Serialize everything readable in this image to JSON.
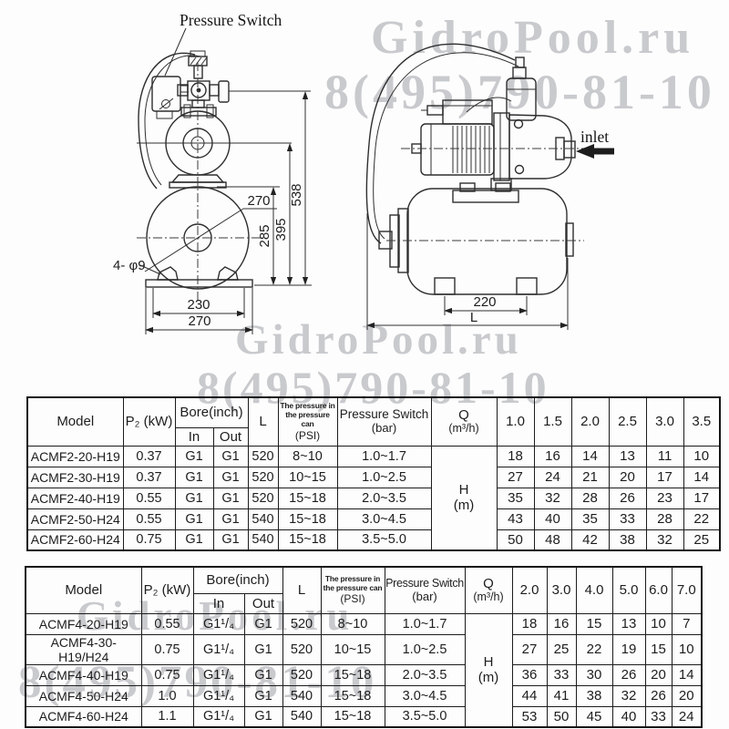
{
  "watermark": {
    "brand": "GidroPool.ru",
    "phone": "8(495)790-81-10",
    "color": "#c8cacd"
  },
  "front_view": {
    "pressure_switch_label": "Pressure Switch",
    "dim_total_height": "538",
    "dim_pump_center_height": "395",
    "dim_tank_top_height": "285",
    "dim_tank_diameter": "270",
    "dim_mounting_holes": "4- φ9",
    "dim_feet_span": "230",
    "dim_base_width": "270"
  },
  "side_view": {
    "inlet_label": "inlet",
    "dim_feet_span": "220",
    "dim_length": "L"
  },
  "tables": [
    {
      "headers": {
        "model": "Model",
        "p2": "P₂ (kW)",
        "bore": "Bore(inch)",
        "in": "In",
        "out": "Out",
        "l": "L",
        "psi_line1": "The pressure in",
        "psi_line2": "the pressure can",
        "psi_line3": "(PSI)",
        "switch_line1": "Pressure Switch",
        "switch_line2": "(bar)",
        "q_line1": "Q",
        "q_line2": "(m³/h)",
        "h_line1": "H",
        "h_line2": "(m)",
        "q_values": [
          "1.0",
          "1.5",
          "2.0",
          "2.5",
          "3.0",
          "3.5"
        ]
      },
      "rows": [
        {
          "model": "ACMF2-20-H19",
          "p2": "0.37",
          "bore_in": "G1",
          "bore_out": "G1",
          "l": "520",
          "psi": "8~10",
          "switch": "1.0~1.7",
          "h": [
            "18",
            "16",
            "14",
            "13",
            "11",
            "10"
          ]
        },
        {
          "model": "ACMF2-30-H19",
          "p2": "0.37",
          "bore_in": "G1",
          "bore_out": "G1",
          "l": "520",
          "psi": "10~15",
          "switch": "1.0~2.5",
          "h": [
            "27",
            "24",
            "21",
            "20",
            "17",
            "14"
          ]
        },
        {
          "model": "ACMF2-40-H19",
          "p2": "0.55",
          "bore_in": "G1",
          "bore_out": "G1",
          "l": "520",
          "psi": "15~18",
          "switch": "2.0~3.5",
          "h": [
            "35",
            "32",
            "28",
            "26",
            "23",
            "17"
          ]
        },
        {
          "model": "ACMF2-50-H24",
          "p2": "0.55",
          "bore_in": "G1",
          "bore_out": "G1",
          "l": "540",
          "psi": "15~18",
          "switch": "3.0~4.5",
          "h": [
            "43",
            "40",
            "35",
            "33",
            "28",
            "22"
          ]
        },
        {
          "model": "ACMF2-60-H24",
          "p2": "0.75",
          "bore_in": "G1",
          "bore_out": "G1",
          "l": "540",
          "psi": "15~18",
          "switch": "3.5~5.0",
          "h": [
            "50",
            "48",
            "42",
            "38",
            "32",
            "25"
          ]
        }
      ]
    },
    {
      "headers": {
        "model": "Model",
        "p2": "P₂ (kW)",
        "bore": "Bore(inch)",
        "in": "In",
        "out": "Out",
        "l": "L",
        "psi_line1": "The pressure in",
        "psi_line2": "the pressure can",
        "psi_line3": "(PSI)",
        "switch_line1": "Pressure Switch",
        "switch_line2": "(bar)",
        "q_line1": "Q",
        "q_line2": "(m³/h)",
        "h_line1": "H",
        "h_line2": "(m)",
        "q_values": [
          "2.0",
          "3.0",
          "4.0",
          "5.0",
          "6.0",
          "7.0"
        ]
      },
      "rows": [
        {
          "model": "ACMF4-20-H19",
          "p2": "0.55",
          "bore_in": "G1¹/₄",
          "bore_out": "G1",
          "l": "520",
          "psi": "8~10",
          "switch": "1.0~1.7",
          "h": [
            "18",
            "16",
            "15",
            "13",
            "10",
            "7"
          ]
        },
        {
          "model": "ACMF4-30-H19/H24",
          "p2": "0.75",
          "bore_in": "G1¹/₄",
          "bore_out": "G1",
          "l": "520",
          "psi": "10~15",
          "switch": "1.0~2.5",
          "h": [
            "27",
            "25",
            "22",
            "19",
            "15",
            "10"
          ]
        },
        {
          "model": "ACMF4-40-H19",
          "p2": "0.75",
          "bore_in": "G1¹/₄",
          "bore_out": "G1",
          "l": "520",
          "psi": "15~18",
          "switch": "2.0~3.5",
          "h": [
            "36",
            "33",
            "30",
            "26",
            "20",
            "14"
          ]
        },
        {
          "model": "ACMF4-50-H24",
          "p2": "1.0",
          "bore_in": "G1¹/₄",
          "bore_out": "G1",
          "l": "540",
          "psi": "15~18",
          "switch": "3.0~4.5",
          "h": [
            "44",
            "41",
            "38",
            "32",
            "26",
            "20"
          ]
        },
        {
          "model": "ACMF4-60-H24",
          "p2": "1.1",
          "bore_in": "G1¹/₄",
          "bore_out": "G1",
          "l": "540",
          "psi": "15~18",
          "switch": "3.5~5.0",
          "h": [
            "53",
            "50",
            "45",
            "40",
            "33",
            "24"
          ]
        }
      ]
    }
  ]
}
